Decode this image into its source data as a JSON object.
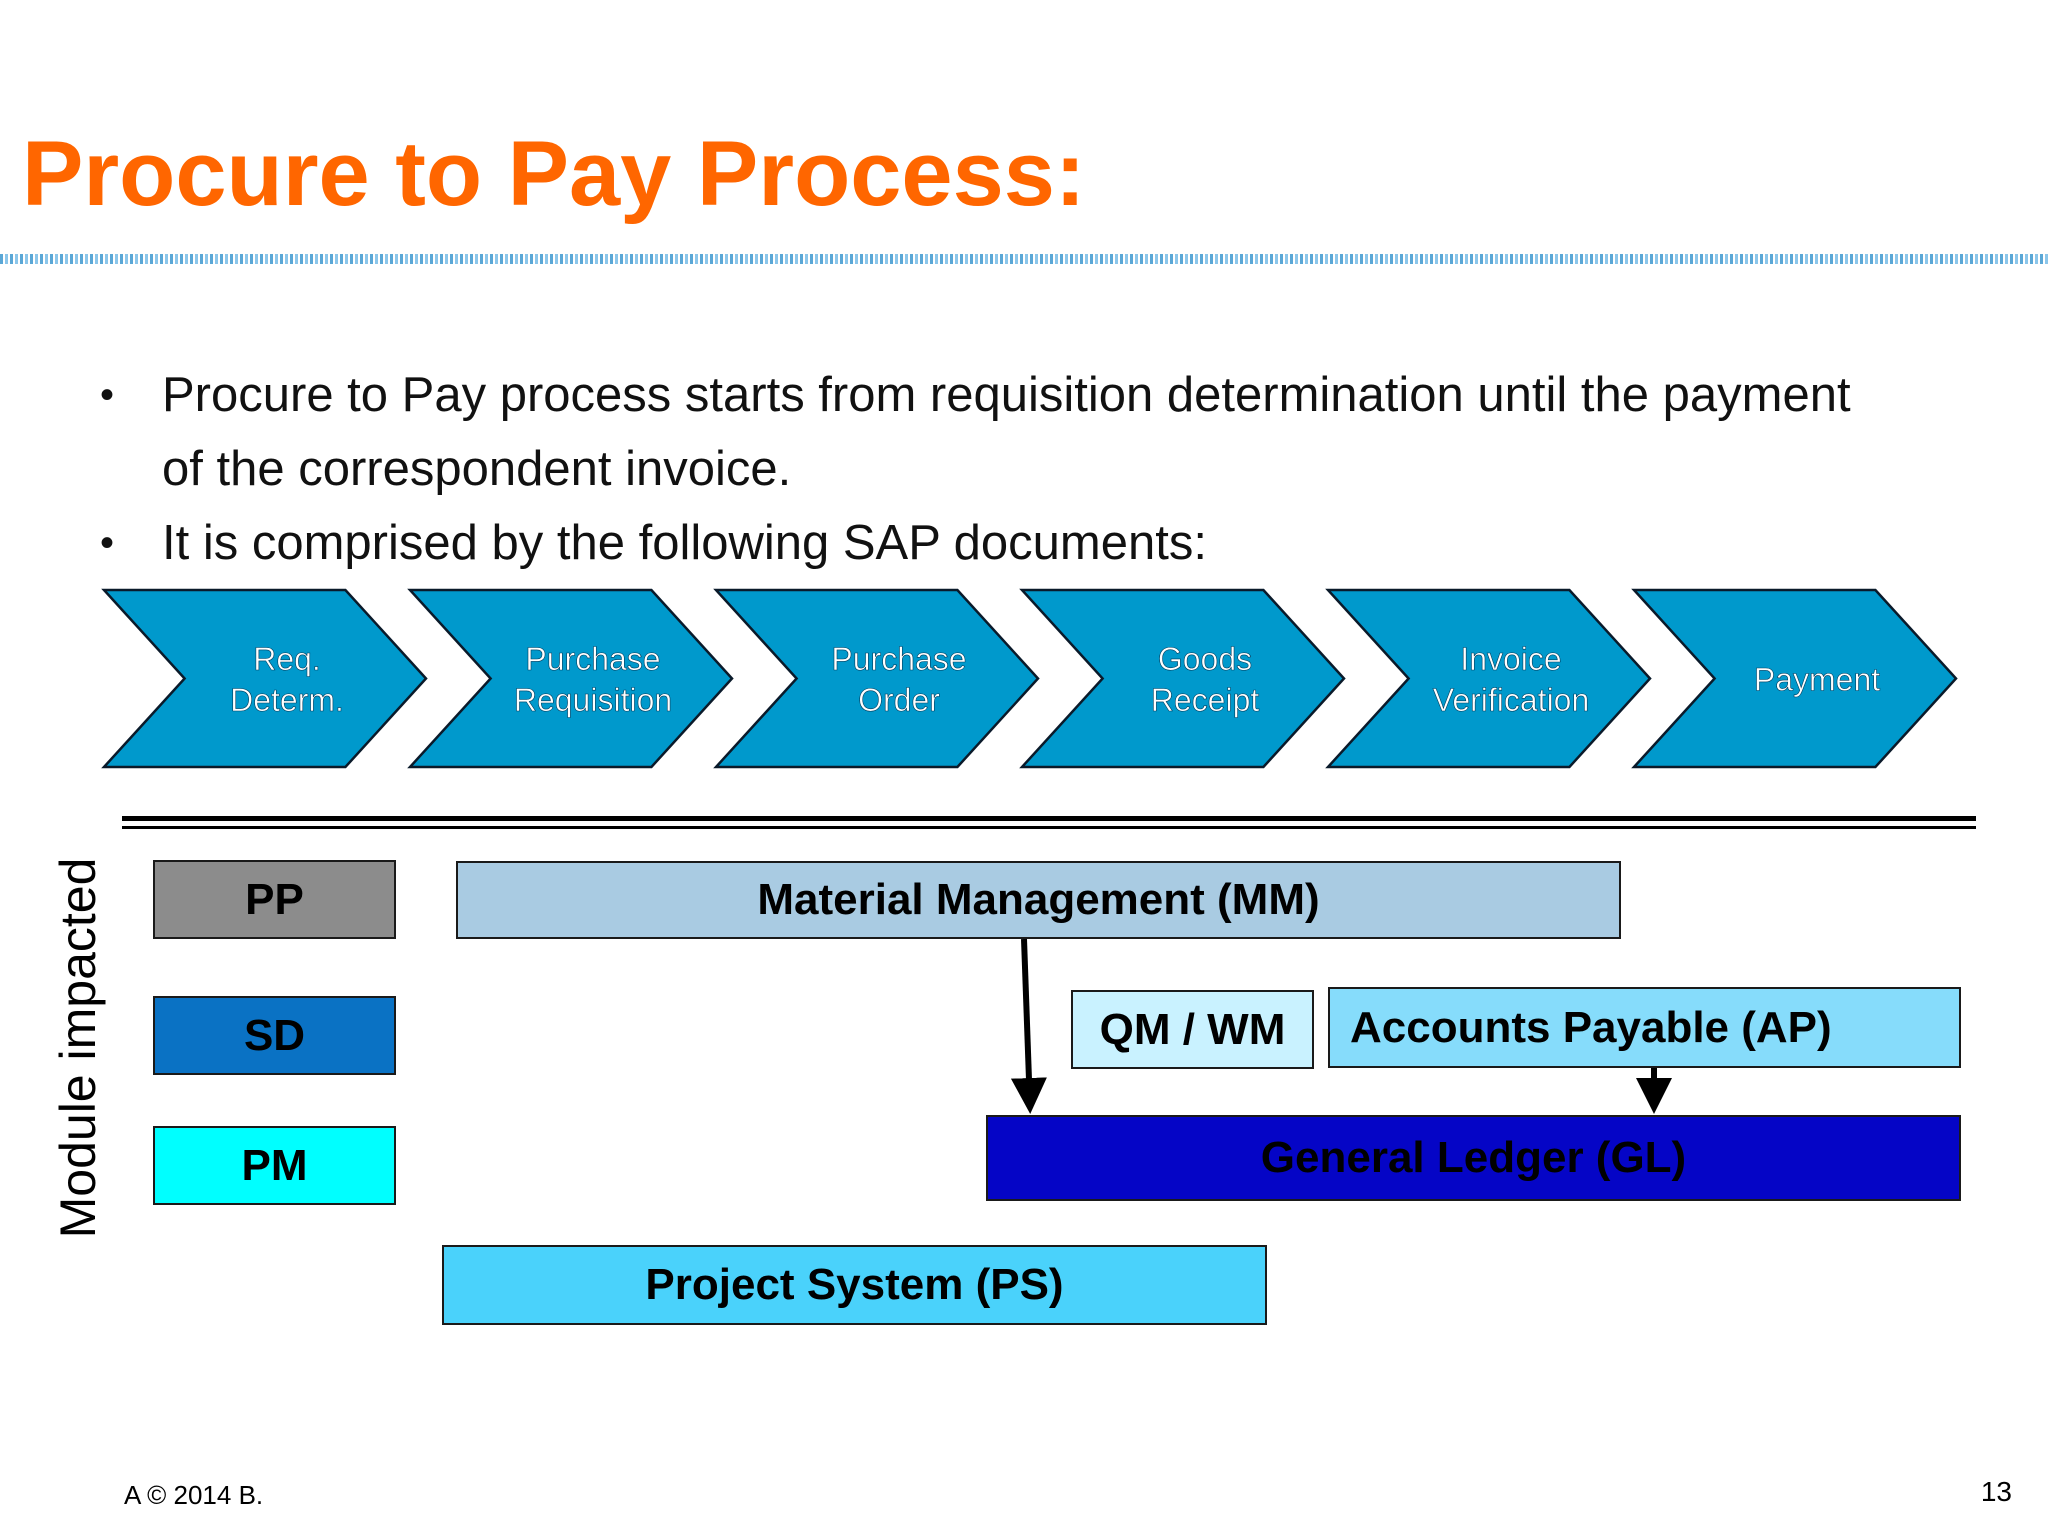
{
  "title": "Procure to Pay Process:",
  "bullets": [
    {
      "lines": [
        "Procure to Pay process starts from requisition determination until the payment",
        "of the correspondent invoice."
      ]
    },
    {
      "lines": [
        "It is comprised by the following SAP documents:"
      ]
    }
  ],
  "process_steps": [
    {
      "lines": [
        "Req.",
        "Determ."
      ]
    },
    {
      "lines": [
        "Purchase",
        "Requisition"
      ]
    },
    {
      "lines": [
        "Purchase",
        "Order"
      ]
    },
    {
      "lines": [
        "Goods",
        "Receipt"
      ]
    },
    {
      "lines": [
        "Invoice",
        "Verification"
      ]
    },
    {
      "lines": [
        "Payment"
      ]
    }
  ],
  "process_color": "#0099cc",
  "axis_label": "Module impacted",
  "modules": {
    "pp": "PP",
    "sd": "SD",
    "pm": "PM",
    "mm": "Material Management (MM)",
    "qm_wm": "QM / WM",
    "ap": "Accounts Payable (AP)",
    "gl": "General Ledger (GL)",
    "ps": "Project System (PS)"
  },
  "connections": [
    {
      "from": "Material Management (MM)",
      "to": "General Ledger (GL)"
    },
    {
      "from": "Accounts Payable (AP)",
      "to": "General Ledger (GL)"
    }
  ],
  "footer": "A © 2014 B.",
  "page_number": "13"
}
